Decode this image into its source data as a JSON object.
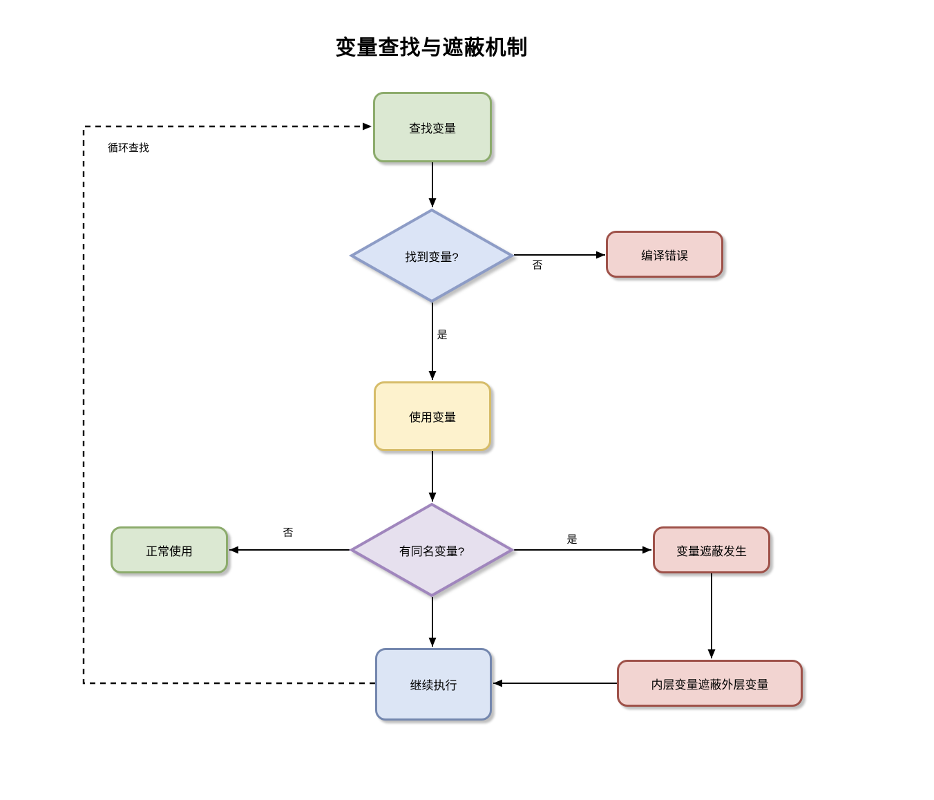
{
  "title": "变量查找与遮蔽机制",
  "nodes": {
    "find": {
      "label": "查找变量",
      "shape": "rounded-box",
      "color": "green"
    },
    "found": {
      "label": "找到变量?",
      "shape": "diamond",
      "color": "blue"
    },
    "compile_error": {
      "label": "编译错误",
      "shape": "rounded-box",
      "color": "red"
    },
    "use": {
      "label": "使用变量",
      "shape": "rounded-box",
      "color": "yellow"
    },
    "same_name": {
      "label": "有同名变量?",
      "shape": "diamond",
      "color": "purple"
    },
    "normal": {
      "label": "正常使用",
      "shape": "rounded-box",
      "color": "green"
    },
    "shadow": {
      "label": "变量遮蔽发生",
      "shape": "rounded-box",
      "color": "red"
    },
    "inner": {
      "label": "内层变量遮蔽外层变量",
      "shape": "rounded-box",
      "color": "red"
    },
    "continue": {
      "label": "继续执行",
      "shape": "rounded-box",
      "color": "blue"
    }
  },
  "edge_labels": {
    "found_no": "否",
    "found_yes": "是",
    "same_name_no": "否",
    "same_name_yes": "是",
    "loop": "循环查找"
  },
  "colors": {
    "green_fill": "#dbe8d2",
    "green_stroke": "#8cab6c",
    "blue_fill": "#dce5f5",
    "blue_stroke": "#7487ae",
    "diamond_blue_fill": "#dbe4f6",
    "diamond_blue_stroke": "#8d9cc6",
    "yellow_fill": "#fdf2cd",
    "yellow_stroke": "#d6bc69",
    "red_fill": "#f2d4d1",
    "red_stroke": "#9e5149",
    "purple_fill": "#e6e0ee",
    "purple_stroke": "#a086bd",
    "line": "#000000",
    "background": "#ffffff"
  }
}
